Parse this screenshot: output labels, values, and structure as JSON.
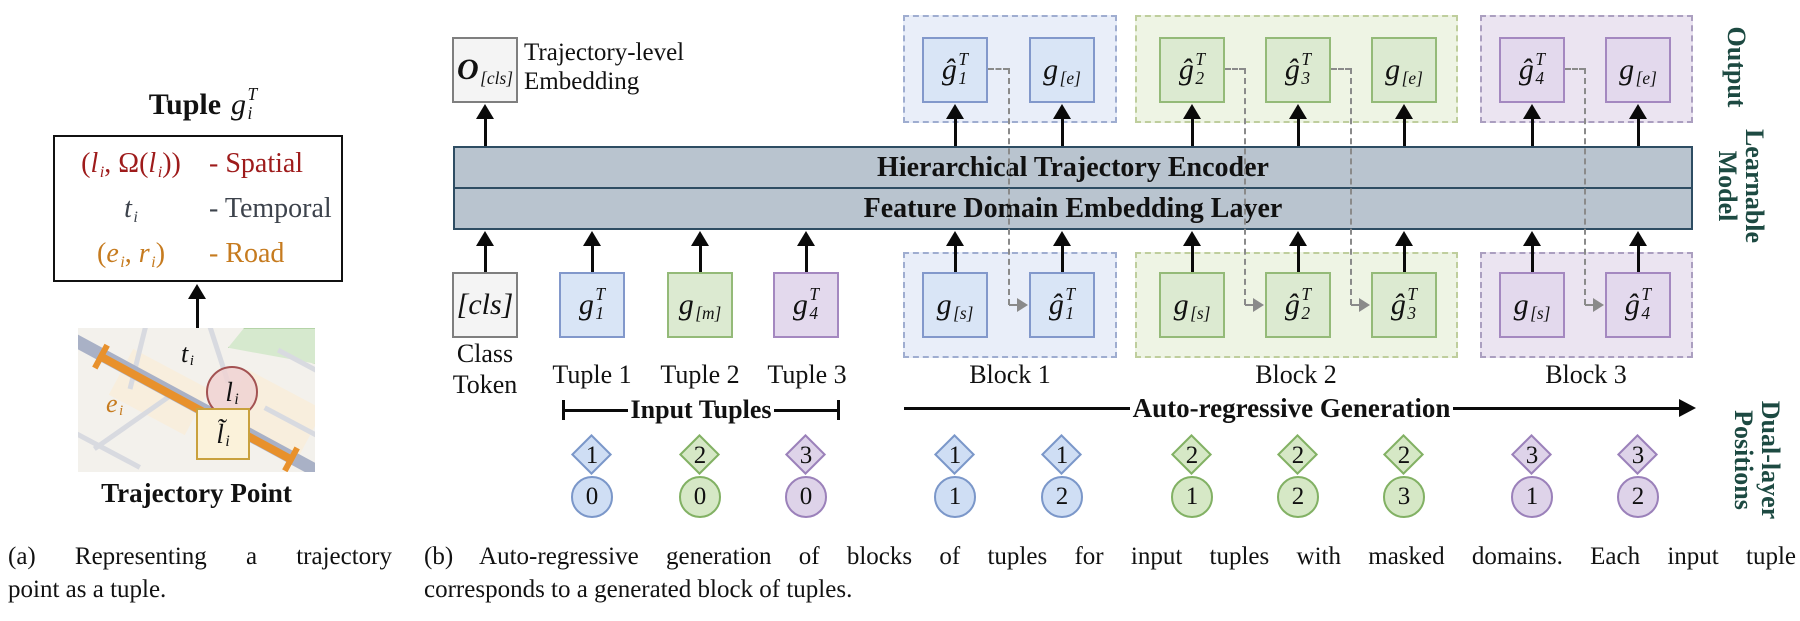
{
  "panel_a": {
    "title_prefix": "Tuple",
    "title_token": [
      {
        "t": "g",
        "sub": "i",
        "sup": "T"
      }
    ],
    "rows": [
      {
        "formula": [
          {
            "t": "(",
            "up": 1
          },
          {
            "t": "l",
            "sub": "i"
          },
          {
            "t": ", ",
            "up": 1
          },
          {
            "t": "Ω",
            "up": 1
          },
          {
            "t": "(",
            "up": 1
          },
          {
            "t": "l",
            "sub": "i"
          },
          {
            "t": "))",
            "up": 1
          }
        ],
        "label": "- Spatial"
      },
      {
        "formula": [
          {
            "t": "t",
            "sub": "i"
          }
        ],
        "label": "- Temporal"
      },
      {
        "formula": [
          {
            "t": "(",
            "up": 1
          },
          {
            "t": "e",
            "sub": "i"
          },
          {
            "t": ", ",
            "up": 1
          },
          {
            "t": "r",
            "sub": "i"
          },
          {
            "t": ")",
            "up": 1
          }
        ],
        "label": "- Road"
      }
    ],
    "map": {
      "t": [
        {
          "t": "t",
          "sub": "i"
        }
      ],
      "l": [
        {
          "t": "l",
          "sub": "i"
        }
      ],
      "l_tilde": [
        {
          "t": "l̃",
          "sub": "i"
        }
      ],
      "e": [
        {
          "t": "e",
          "sub": "i"
        }
      ]
    },
    "map_title": "Trajectory Point",
    "caption": [
      "(a) Representing a trajectory",
      "point as a tuple."
    ]
  },
  "panel_b": {
    "embedding_label": [
      "Trajectory-level",
      "Embedding"
    ],
    "encoder_top": "Hierarchical Trajectory Encoder",
    "encoder_bottom": "Feature Domain Embedding Layer",
    "class_token_label": [
      "Class",
      "Token"
    ],
    "tuple_labels": [
      "Tuple 1",
      "Tuple 2",
      "Tuple 3"
    ],
    "block_labels": [
      "Block 1",
      "Block 2",
      "Block 3"
    ],
    "input_tuples_label": "Input Tuples",
    "autoregressive_label": "Auto-regressive Generation",
    "side": {
      "output": "Output",
      "learnable": [
        "Learnable",
        "Model"
      ],
      "dual": [
        "Dual-layer",
        "Positions"
      ]
    },
    "tokens": {
      "o_cls": [
        {
          "t": "O",
          "bold": 1,
          "sub": "[cls]"
        }
      ],
      "cls": [
        {
          "t": "[cls]"
        }
      ],
      "g1": [
        {
          "t": "g",
          "sub": "1",
          "sup": "T"
        }
      ],
      "gm": [
        {
          "t": "g",
          "sub": "[m]"
        }
      ],
      "g4": [
        {
          "t": "g",
          "sub": "4",
          "sup": "T"
        }
      ],
      "gs": [
        {
          "t": "g",
          "sub": "[s]"
        }
      ],
      "ge": [
        {
          "t": "g",
          "sub": "[e]"
        }
      ],
      "gh1": [
        {
          "t": "ĝ",
          "sub": "1",
          "sup": "T"
        }
      ],
      "gh2": [
        {
          "t": "ĝ",
          "sub": "2",
          "sup": "T"
        }
      ],
      "gh3": [
        {
          "t": "ĝ",
          "sub": "3",
          "sup": "T"
        }
      ],
      "gh4": [
        {
          "t": "ĝ",
          "sub": "4",
          "sup": "T"
        }
      ]
    },
    "positions": [
      {
        "diamond": "1",
        "circle": "0",
        "kind": "blue"
      },
      {
        "diamond": "2",
        "circle": "0",
        "kind": "green"
      },
      {
        "diamond": "3",
        "circle": "0",
        "kind": "purple"
      },
      {
        "diamond": "1",
        "circle": "1",
        "kind": "blue"
      },
      {
        "diamond": "1",
        "circle": "2",
        "kind": "blue"
      },
      {
        "diamond": "2",
        "circle": "1",
        "kind": "green"
      },
      {
        "diamond": "2",
        "circle": "2",
        "kind": "green"
      },
      {
        "diamond": "2",
        "circle": "3",
        "kind": "green"
      },
      {
        "diamond": "3",
        "circle": "1",
        "kind": "purple"
      },
      {
        "diamond": "3",
        "circle": "2",
        "kind": "purple"
      }
    ],
    "caption": [
      "(b) Auto-regressive generation of blocks of tuples for input tuples with masked domains. Each input tuple",
      "corresponds to a generated block of tuples."
    ]
  },
  "colors": {
    "domain_blue": "#d9e5f6",
    "domain_green": "#dcead1",
    "domain_purple": "#e3d9ed",
    "encoder_fill": "#b9c4cf",
    "side_label": "#1d4a42",
    "spatial_red": "#9e1b1b",
    "road_orange": "#c67b1f",
    "map_highlight_orange": "#e8912c"
  }
}
